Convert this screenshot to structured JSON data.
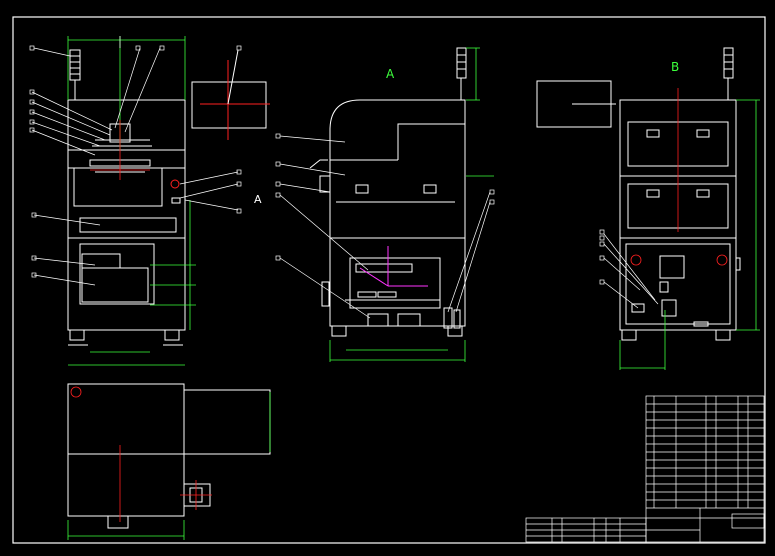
{
  "drawing": {
    "view_a_label": "A",
    "view_b_label": "B",
    "section_marker": "A"
  },
  "colors": {
    "background": "#000000",
    "outline": "#ffffff",
    "dimension": "#3cff3c",
    "center_line": "#ff2020",
    "axis": "#ff33ff"
  }
}
